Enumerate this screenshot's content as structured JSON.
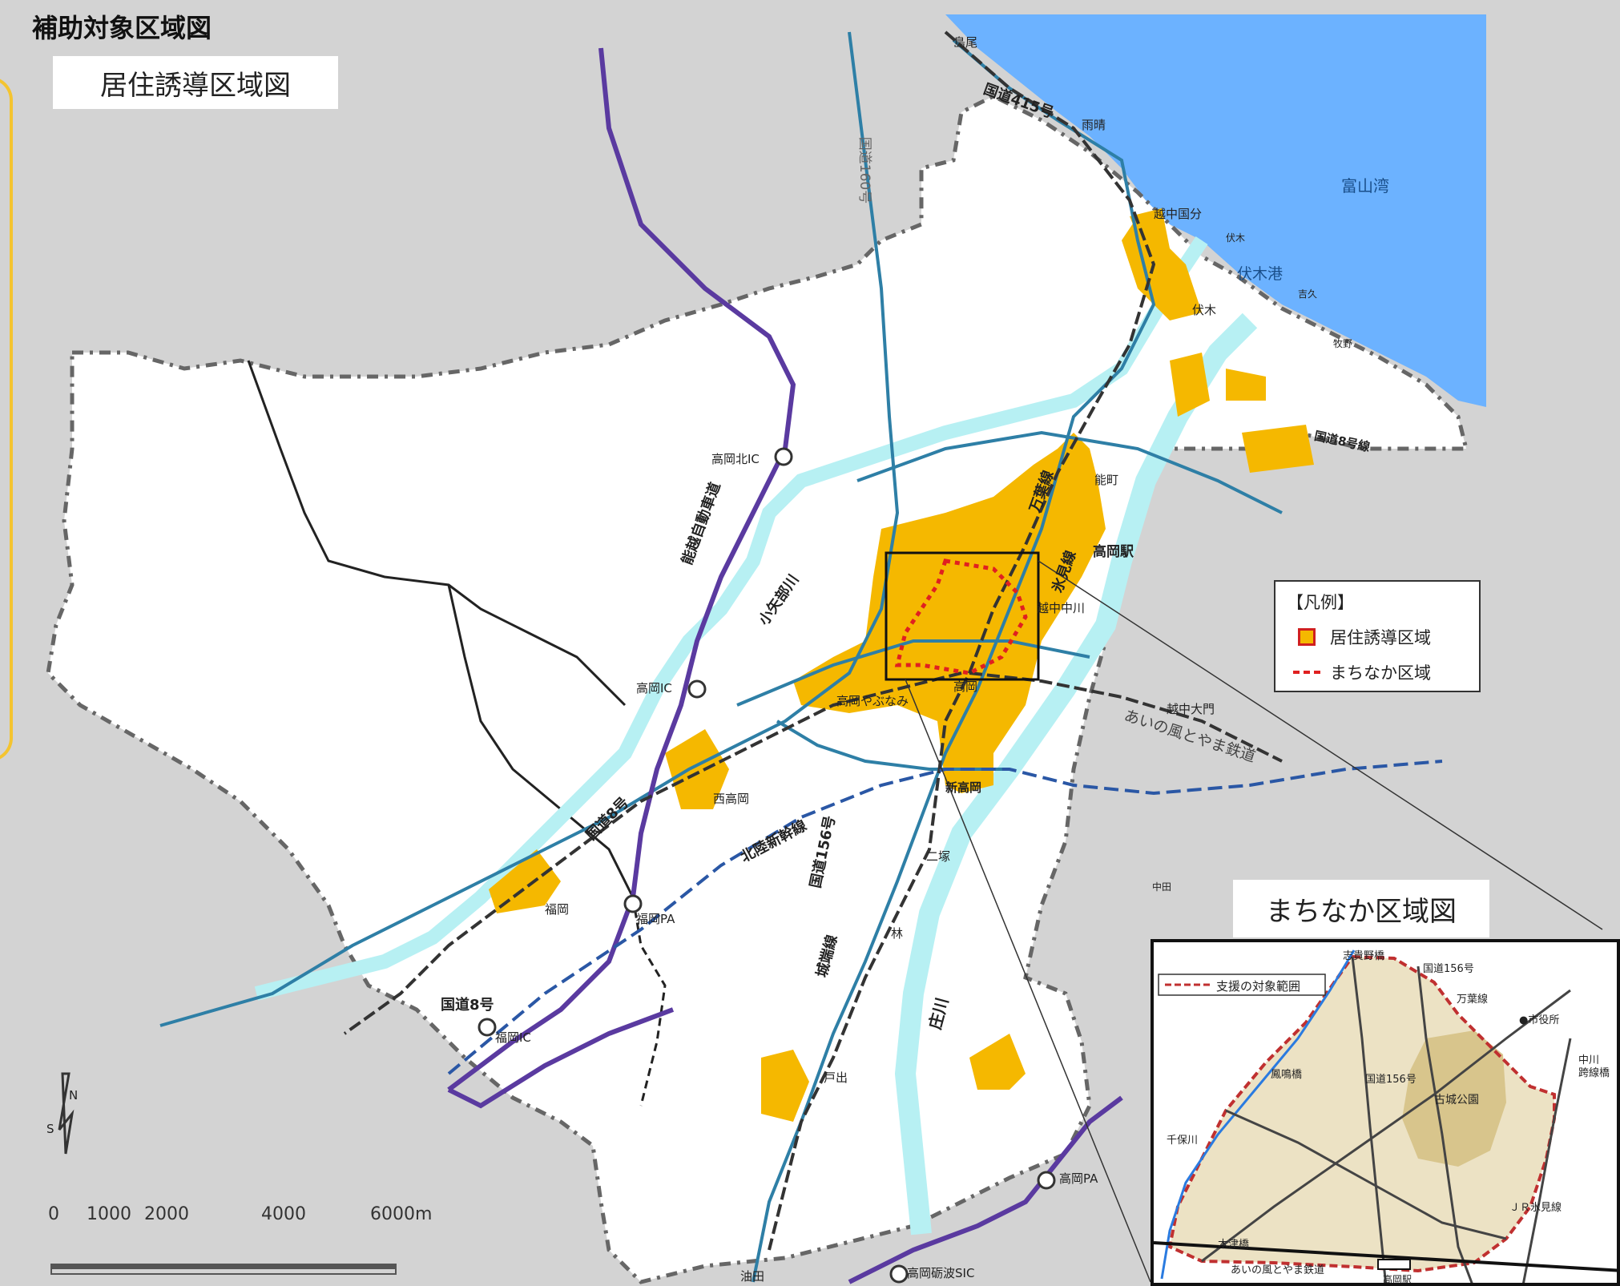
{
  "page_title": "補助対象区域図",
  "map_title": "居住誘導区域図",
  "legend": {
    "heading": "【凡例】",
    "items": [
      "居住誘導区域",
      "まちなか区域"
    ]
  },
  "colors": {
    "sea": "#6cb2ff",
    "land_outside": "#d3d3d3",
    "residential_zone": "#f5b800",
    "machinaka_border": "#e02020",
    "river": "#b7f0f3",
    "national_road": "#2e7fa6",
    "expressway": "#5a3aa0",
    "bracket": "#f4c430"
  },
  "water_labels": {
    "toyama_bay": "富山湾",
    "fushiki_port": "伏木港",
    "sho_river": "庄川",
    "oyabe_river": "小矢部川"
  },
  "road_labels": {
    "r415": "国道415号",
    "r160": "国道160号",
    "r8_a": "国道8号",
    "r8_b": "国道8号",
    "r156": "国道156号",
    "r8_bypass": "国道8号線",
    "noetsu": "能越自動車道",
    "shinkansen": "北陸新幹線",
    "ainokaze": "あいの風とやま鉄道",
    "manyo": "万葉線",
    "himi": "氷見線",
    "johana": "城端線"
  },
  "places": {
    "shimao": "島尾",
    "amaharashi": "雨晴",
    "etchu_kokubu": "越中国分",
    "fushiki_a": "伏木",
    "fushiki_b": "伏木",
    "yoshihisa": "吉久",
    "makino": "牧野",
    "nomachi": "能町",
    "takaoka_station": "高岡駅",
    "etchu_nakagawa": "越中中川",
    "takaoka": "高岡",
    "yabunami": "高岡やぶなみ",
    "etchu_daimon": "越中大門",
    "shin_takaoka": "新高岡",
    "nishi_takaoka": "西高岡",
    "futatsuka": "二塚",
    "hayashi": "林",
    "fukuoka": "福岡",
    "fukuoka_pa": "福岡PA",
    "fukuoka_ic": "福岡IC",
    "takaoka_kita_ic": "高岡北IC",
    "takaoka_ic": "高岡IC",
    "toide": "戸出",
    "takaoka_pa": "高岡PA",
    "aburaden": "油田",
    "sic": "高岡砺波SIC",
    "nakada": "中田"
  },
  "compass": {
    "n": "N",
    "s": "S"
  },
  "scale": {
    "ticks": [
      "0",
      "1000",
      "2000",
      "4000",
      "6000m"
    ]
  },
  "inset": {
    "title": "まちなか区域図",
    "legend_label": "支援の対象範囲",
    "labels": {
      "shikino": "志貴野橋",
      "r156_top": "国道156号",
      "manyo": "万葉線",
      "city_hall": "●市役所",
      "nakagawa": "中川\n跨線橋",
      "hoyo": "鳳鳴橋",
      "r156_mid": "国道156号",
      "kojo": "古城公園",
      "senbo": "千保川",
      "jr_himi": "ＪＲ氷見線",
      "kizu": "木津橋",
      "ainokaze": "あいの風とやま鉄道",
      "station": "高岡駅"
    }
  }
}
